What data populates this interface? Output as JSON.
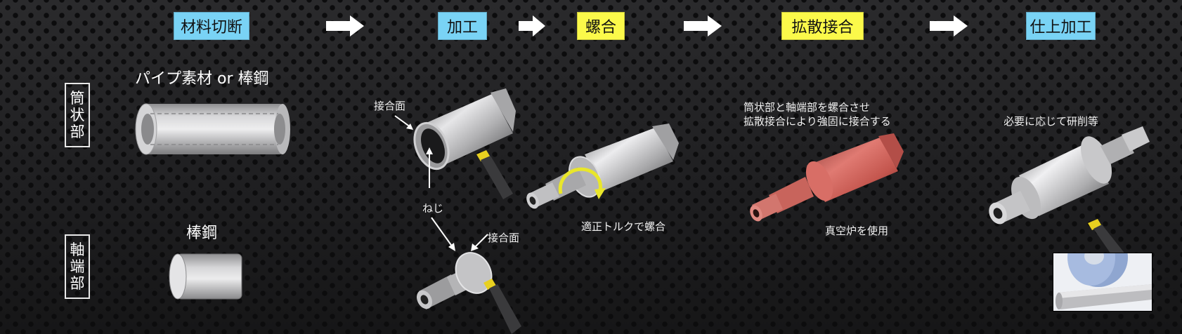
{
  "process_flow": {
    "steps": [
      {
        "label": "材料切断",
        "color": "#79d3f5"
      },
      {
        "label": "加工",
        "color": "#79d3f5"
      },
      {
        "label": "螺合",
        "color": "#fbf94a"
      },
      {
        "label": "拡散接合",
        "color": "#fbf94a"
      },
      {
        "label": "仕上加工",
        "color": "#79d3f5"
      }
    ],
    "arrow_icon": "right-arrow-icon"
  },
  "sections": {
    "tube": {
      "label_chars": [
        "筒",
        "状",
        "部"
      ]
    },
    "shaft_end": {
      "label_chars": [
        "軸",
        "端",
        "部"
      ]
    }
  },
  "material_cutting": {
    "tube_material_label": "パイプ素材 or 棒鋼",
    "shaft_material_label": "棒鋼"
  },
  "machining": {
    "tube_joint_face_label": "接合面",
    "thread_label": "ねじ",
    "shaft_joint_face_label": "接合面"
  },
  "screwing": {
    "caption": "適正トルクで螺合"
  },
  "diffusion_bonding": {
    "description_line1": "筒状部と軸端部を螺合させ",
    "description_line2": "拡散接合により強固に接合する",
    "caption": "真空炉を使用"
  },
  "finishing": {
    "caption": "必要に応じて研削等"
  },
  "colors": {
    "step_blue": "#79d3f5",
    "step_yellow": "#fbf94a",
    "bonded_part": "#c9605a",
    "background": "#1f1f20"
  }
}
